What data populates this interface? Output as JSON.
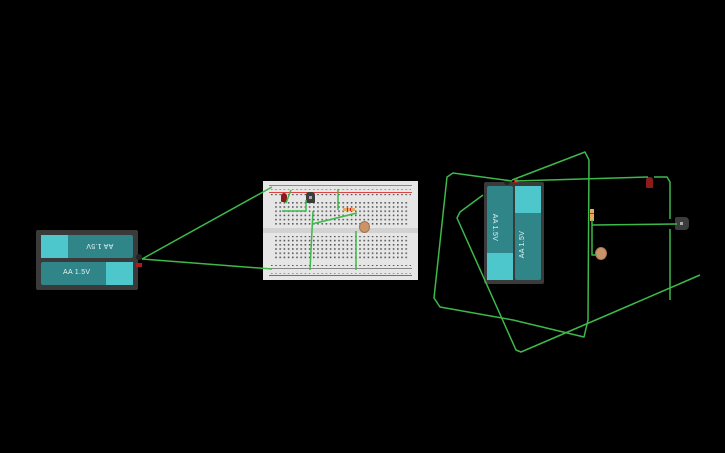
{
  "canvas": {
    "background": "#000000"
  },
  "colors": {
    "wire": "#3db84a",
    "battery_cell": "#2f8588",
    "battery_cap": "#4ec7cc",
    "battery_holder": "#3a3a3a",
    "breadboard": "#e6e6e6",
    "led_red": "#8c1b1b",
    "photoresistor": "#c9946a",
    "transistor": "#3c3c3c"
  },
  "battery_left": {
    "cells": [
      {
        "label": "AA 1.5V",
        "orientation": "flipped"
      },
      {
        "label": "AA 1.5V",
        "orientation": "normal"
      }
    ],
    "terminals": [
      "−",
      "+"
    ]
  },
  "battery_right": {
    "cells": [
      {
        "label": "AA 1.5V",
        "orientation": "rotated-down"
      },
      {
        "label": "AA 1.5V",
        "orientation": "rotated-up"
      }
    ],
    "terminals": [
      "−",
      "+"
    ]
  },
  "breadboard": {
    "components": [
      "led",
      "transistor",
      "resistor",
      "photoresistor"
    ]
  },
  "schematic_circuit": {
    "components": [
      "led",
      "resistor",
      "photoresistor",
      "transistor"
    ]
  }
}
